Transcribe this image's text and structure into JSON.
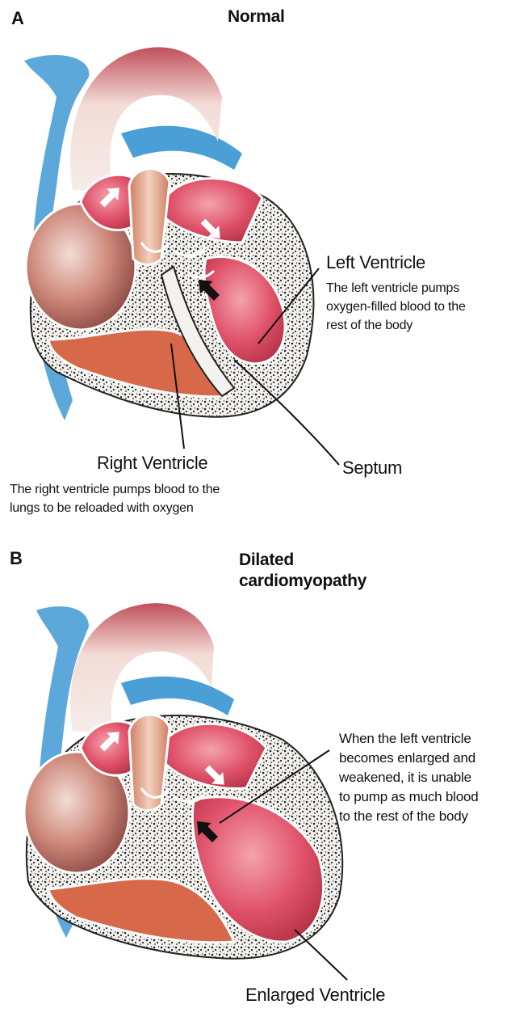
{
  "panel_a": {
    "letter": "A",
    "title": "Normal",
    "left_ventricle": {
      "title": "Left Ventricle",
      "lines": [
        "The left ventricle pumps",
        "oxygen-filled blood to the",
        "rest of the body"
      ]
    },
    "right_ventricle": {
      "title": "Right Ventricle",
      "lines": [
        "The right ventricle pumps blood to the",
        "lungs to be reloaded with oxygen"
      ]
    },
    "septum": "Septum"
  },
  "panel_b": {
    "letter": "B",
    "title_lines": [
      "Dilated",
      "cardiomyopathy"
    ],
    "annotation_lines": [
      "When the left ventricle",
      "becomes enlarged and",
      "weakened, it is unable",
      "to pump as much blood",
      "to the rest of the body"
    ],
    "enlarged_ventricle": "Enlarged Ventricle"
  },
  "colors": {
    "vessel_blue": "#4a9fd6",
    "chamber_red": "#e0526a",
    "muscle_orange": "#d7684a",
    "speckle": "#222222"
  }
}
